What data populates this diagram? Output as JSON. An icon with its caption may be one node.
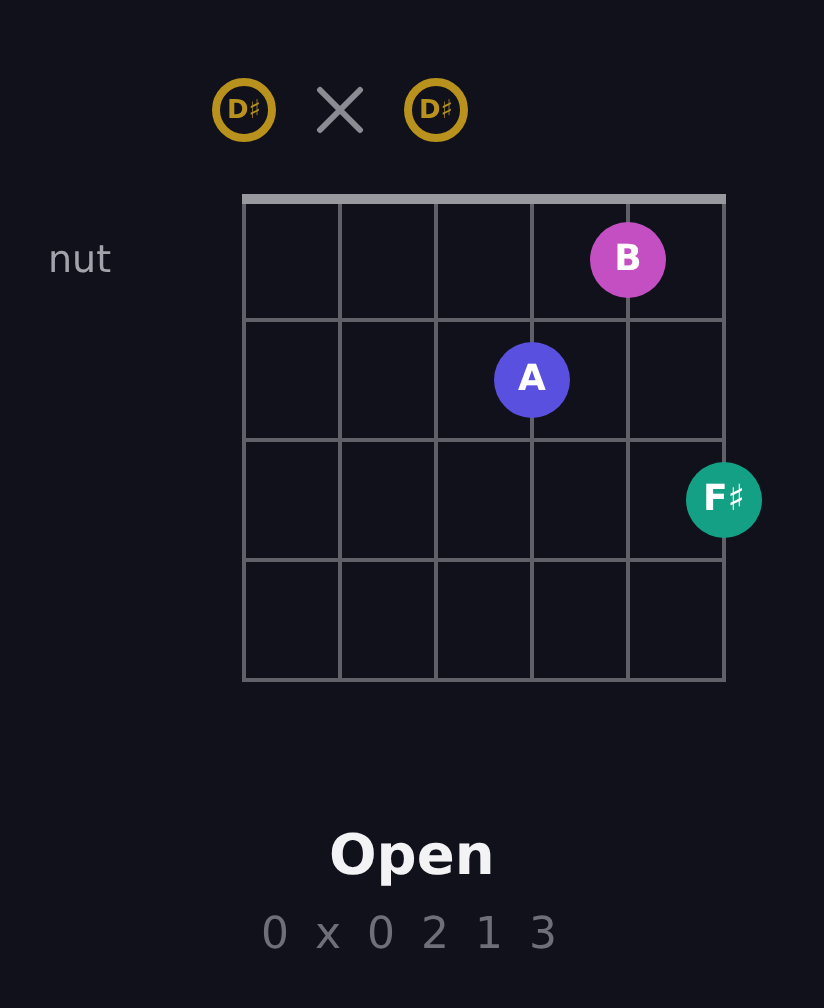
{
  "diagram": {
    "title": "Open",
    "nodes": [
      {
        "text": [
          "D♯"
        ]
      },
      {
        "text": [],
        "shape": "cross"
      },
      {
        "text": [
          "D♯"
        ]
      },
      {
        "text": [
          "B"
        ]
      },
      {
        "text": [
          "A"
        ]
      },
      {
        "text": [
          "F♯"
        ]
      }
    ],
    "labels": [
      "nut",
      "0 x 0 2 1 3"
    ]
  }
}
